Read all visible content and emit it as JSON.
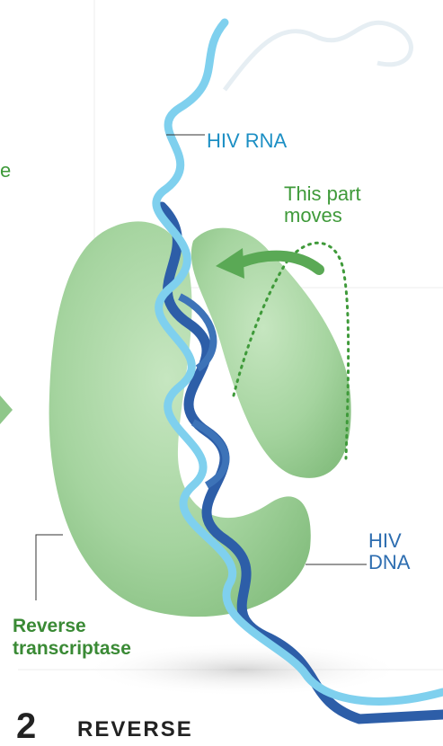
{
  "labels": {
    "hiv_rna": "HIV RNA",
    "this_part_moves": [
      "This part",
      "moves"
    ],
    "hiv_dna": [
      "HIV",
      "DNA"
    ],
    "reverse_transcriptase": [
      "Reverse",
      "transcriptase"
    ],
    "edge_text": "e",
    "step_number": "2",
    "step_title": "REVERSE"
  },
  "colors": {
    "protein": "#9fd19a",
    "rna_strand": "#7fd0ee",
    "dna_strand": "#2d5ea8",
    "label_green": "#3f9a3a",
    "label_blue": "#1c8fc4"
  },
  "icons": [
    "curved-arrow-icon",
    "left-arrow-icon"
  ]
}
